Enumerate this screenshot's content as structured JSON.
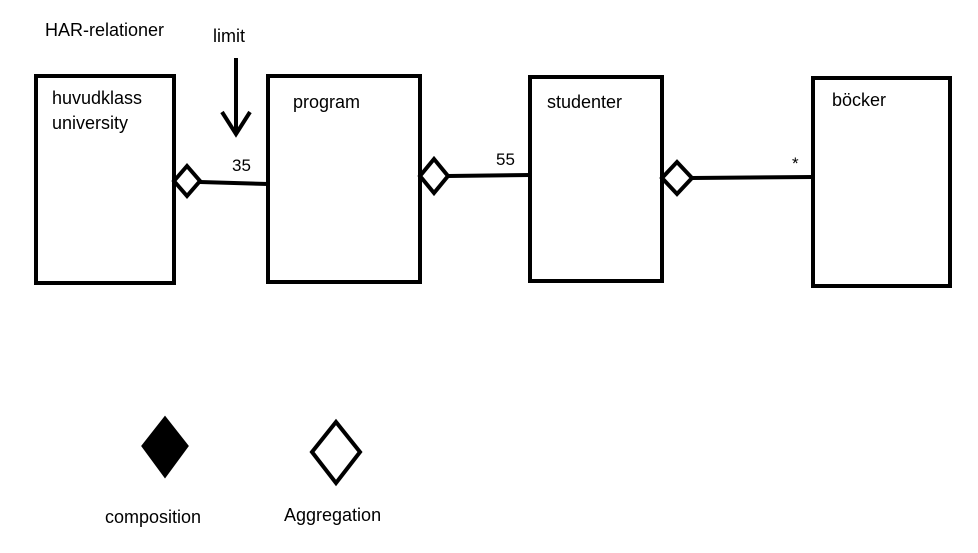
{
  "title": "HAR-relationer",
  "arrow_label": "limit",
  "classes": [
    {
      "name": "huvudklass\nuniversity"
    },
    {
      "name": "program"
    },
    {
      "name": "studenter"
    },
    {
      "name": "böcker"
    }
  ],
  "multiplicities": [
    "35",
    "55",
    "*"
  ],
  "legend": {
    "composition": "composition",
    "aggregation": "Aggregation"
  },
  "colors": {
    "stroke": "#000000",
    "background": "#ffffff"
  }
}
